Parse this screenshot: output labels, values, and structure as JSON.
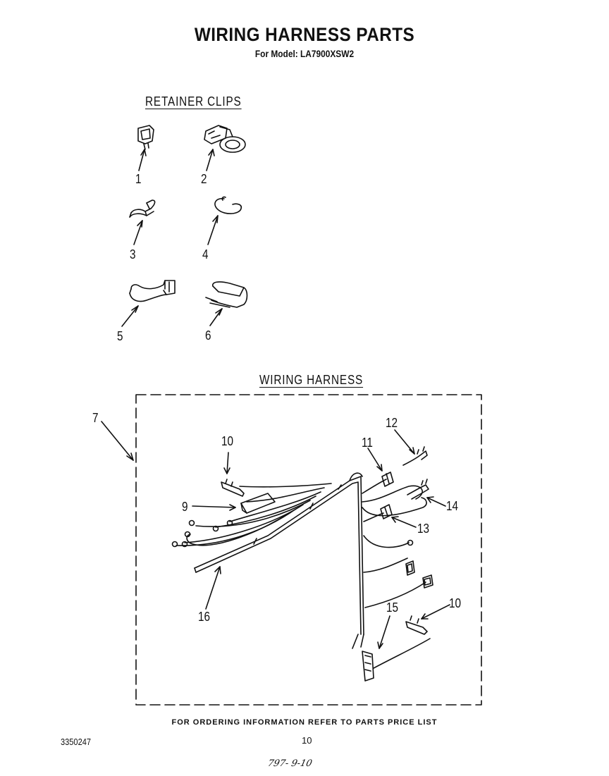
{
  "header": {
    "title": "WIRING HARNESS PARTS",
    "subtitle": "For Model: LA7900XSW2"
  },
  "sections": {
    "retainer_clips": "RETAINER CLIPS",
    "wiring_harness": "WIRING HARNESS"
  },
  "callouts": [
    "1",
    "2",
    "3",
    "4",
    "5",
    "6",
    "7",
    "9",
    "10",
    "10",
    "11",
    "12",
    "13",
    "14",
    "15",
    "16"
  ],
  "footer": {
    "ordering_note": "FOR ORDERING INFORMATION REFER TO PARTS PRICE LIST",
    "doc_number": "3350247",
    "page_number": "10",
    "handwritten_note": "797- 9-10"
  }
}
